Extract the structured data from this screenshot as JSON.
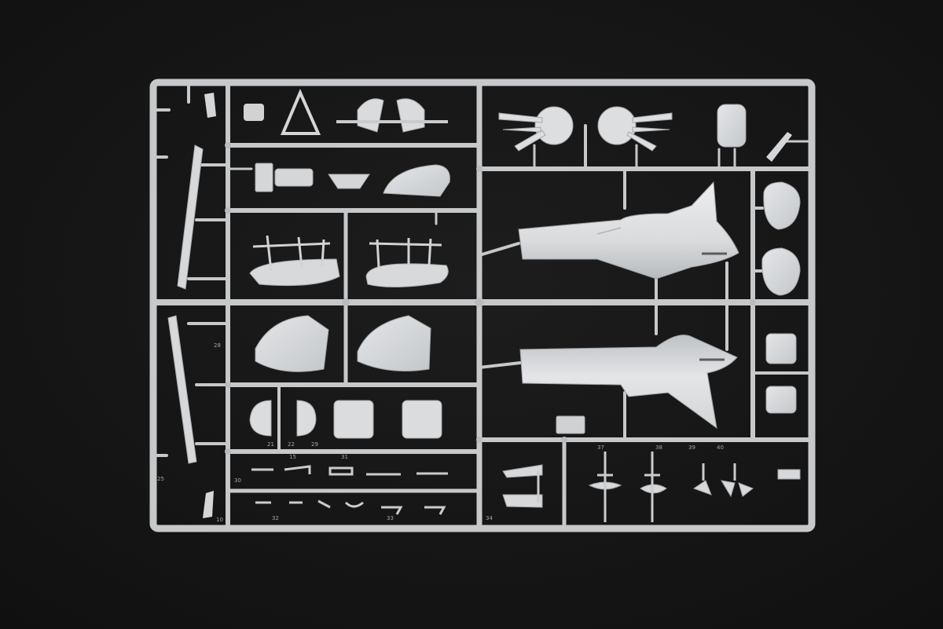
{
  "scene": {
    "subject": "plastic-model-kit-sprue",
    "colors": {
      "background": "#161616",
      "plastic": "#c9cbcd",
      "plastic_light": "#e1e3e5",
      "plastic_shadow": "#9ea1a4"
    }
  },
  "sprue_numbers": [
    "10",
    "15",
    "21",
    "22",
    "25",
    "28",
    "29",
    "30",
    "31",
    "32",
    "33",
    "34",
    "37",
    "38",
    "39",
    "40"
  ]
}
